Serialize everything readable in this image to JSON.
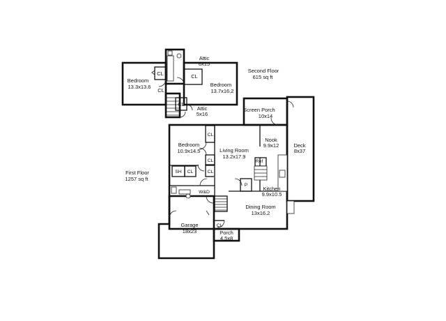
{
  "floors": {
    "second": {
      "name": "Second Floor",
      "area": "615 sq ft"
    },
    "first": {
      "name": "First Floor",
      "area": "1257 sq ft"
    }
  },
  "second_floor_rooms": {
    "bedroom_left": {
      "name": "Bedroom",
      "size": "13.3x13.6"
    },
    "bedroom_right": {
      "name": "Bedroom",
      "size": "13.7x16.2"
    },
    "attic_top": {
      "name": "Attic",
      "size": "6x15"
    },
    "attic_bottom": {
      "name": "Attic",
      "size": "5x16"
    }
  },
  "first_floor_rooms": {
    "screen_porch": {
      "name": "Screen Porch",
      "size": "10x14"
    },
    "bedroom": {
      "name": "Bedroom",
      "size": "10.9x14.5"
    },
    "living_room": {
      "name": "Living Room",
      "size": "13.2x17.9"
    },
    "nook": {
      "name": "Nook",
      "size": "9.9x12"
    },
    "deck": {
      "name": "Deck",
      "size": "8x37"
    },
    "kitchen": {
      "name": "Kitchen",
      "size": "9.9x10.5"
    },
    "dining_room": {
      "name": "Dining Room",
      "size": "13x16.2"
    },
    "garage": {
      "name": "Garage",
      "size": "18x23"
    },
    "porch": {
      "name": "Porch",
      "size": "4.5x8"
    }
  },
  "small_labels": {
    "closet": "CL",
    "shower": "SH",
    "washer_dryer": "W&D",
    "refrigerator": "Ref",
    "pantry": "P"
  }
}
